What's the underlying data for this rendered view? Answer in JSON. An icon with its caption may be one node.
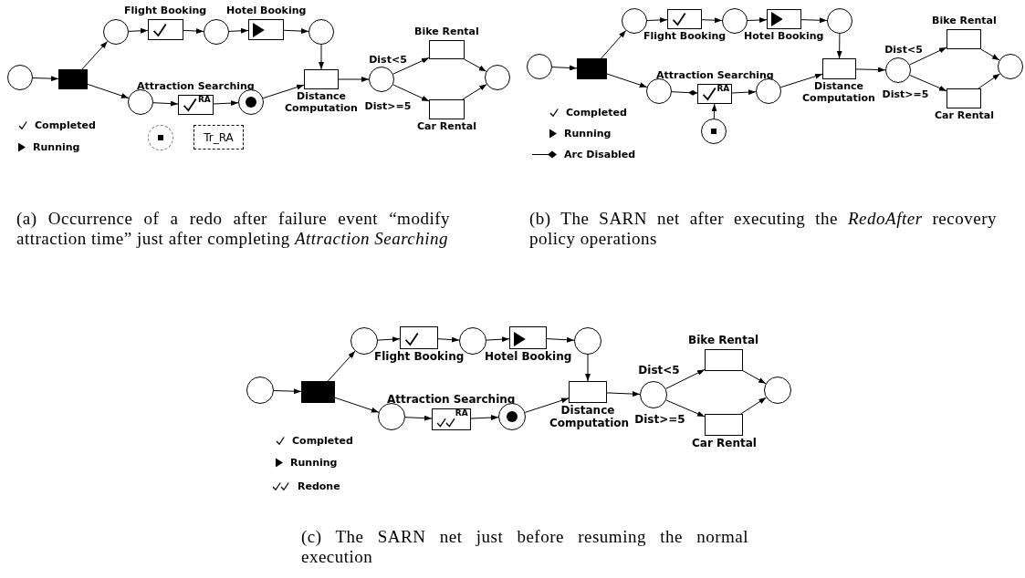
{
  "diagram": {
    "nodes": [
      {
        "text": [],
        "shape": "circle"
      },
      {
        "text": [],
        "shape": "bar"
      },
      {
        "text": [],
        "shape": "circle"
      },
      {
        "text": [
          "Flight Booking"
        ]
      },
      {
        "text": [],
        "shape": "circle"
      },
      {
        "text": [
          "Hotel Booking"
        ]
      },
      {
        "text": [],
        "shape": "circle"
      },
      {
        "text": [],
        "shape": "circle"
      },
      {
        "text": [
          "Attraction Searching",
          "RA"
        ]
      },
      {
        "text": [],
        "shape": "circle"
      },
      {
        "text": [
          "Distance Computation"
        ]
      },
      {
        "text": [],
        "shape": "circle"
      },
      {
        "text": [
          "Bike Rental"
        ]
      },
      {
        "text": [
          "Car Rental"
        ]
      },
      {
        "text": [],
        "shape": "circle"
      },
      {
        "text": [],
        "shape": "circle"
      },
      {
        "text": [
          "Tr_RA"
        ]
      },
      {
        "text": [],
        "shape": "circle"
      },
      {
        "text": [],
        "shape": "bar"
      },
      {
        "text": [],
        "shape": "circle"
      },
      {
        "text": [
          "Flight Booking"
        ]
      },
      {
        "text": [],
        "shape": "circle"
      },
      {
        "text": [
          "Hotel Booking"
        ]
      },
      {
        "text": [],
        "shape": "circle"
      },
      {
        "text": [],
        "shape": "circle"
      },
      {
        "text": [
          "Attraction Searching",
          "RA"
        ]
      },
      {
        "text": [],
        "shape": "circle"
      },
      {
        "text": [],
        "shape": "circle"
      },
      {
        "text": [
          "Distance Computation"
        ]
      },
      {
        "text": [],
        "shape": "circle"
      },
      {
        "text": [
          "Bike Rental"
        ]
      },
      {
        "text": [
          "Car Rental"
        ]
      },
      {
        "text": [],
        "shape": "circle"
      },
      {
        "text": [],
        "shape": "circle"
      },
      {
        "text": [],
        "shape": "bar"
      },
      {
        "text": [],
        "shape": "circle"
      },
      {
        "text": [
          "Flight Booking"
        ]
      },
      {
        "text": [],
        "shape": "circle"
      },
      {
        "text": [
          "Hotel Booking"
        ]
      },
      {
        "text": [],
        "shape": "circle"
      },
      {
        "text": [],
        "shape": "circle"
      },
      {
        "text": [
          "Attraction Searching",
          "RA"
        ]
      },
      {
        "text": [],
        "shape": "circle"
      },
      {
        "text": [
          "Distance Computation"
        ]
      },
      {
        "text": [],
        "shape": "circle"
      },
      {
        "text": [
          "Bike Rental"
        ]
      },
      {
        "text": [
          "Car Rental"
        ]
      },
      {
        "text": [],
        "shape": "circle"
      }
    ],
    "edges": [
      {
        "from": 0,
        "to": 1,
        "arrow": "to"
      },
      {
        "from": 1,
        "to": 2,
        "arrow": "to"
      },
      {
        "from": 1,
        "to": 7,
        "arrow": "to"
      },
      {
        "from": 2,
        "to": 3,
        "arrow": "to"
      },
      {
        "from": 3,
        "to": 4,
        "arrow": "to"
      },
      {
        "from": 4,
        "to": 5,
        "arrow": "to"
      },
      {
        "from": 5,
        "to": 6,
        "arrow": "to"
      },
      {
        "from": 6,
        "to": 10,
        "arrow": "to"
      },
      {
        "from": 7,
        "to": 8,
        "arrow": "to"
      },
      {
        "from": 8,
        "to": 9,
        "arrow": "to"
      },
      {
        "from": 9,
        "to": 10,
        "arrow": "to"
      },
      {
        "from": 10,
        "to": 11,
        "arrow": "to"
      },
      {
        "from": 11,
        "to": 12,
        "arrow": "to",
        "label": "Dist<5"
      },
      {
        "from": 11,
        "to": 13,
        "arrow": "to",
        "label": "Dist>=5"
      },
      {
        "from": 12,
        "to": 14,
        "arrow": "to"
      },
      {
        "from": 13,
        "to": 14,
        "arrow": "to"
      },
      {
        "from": 17,
        "to": 18,
        "arrow": "to"
      },
      {
        "from": 18,
        "to": 19,
        "arrow": "to"
      },
      {
        "from": 18,
        "to": 24,
        "arrow": "to"
      },
      {
        "from": 19,
        "to": 20,
        "arrow": "to"
      },
      {
        "from": 20,
        "to": 21,
        "arrow": "to"
      },
      {
        "from": 21,
        "to": 22,
        "arrow": "to"
      },
      {
        "from": 22,
        "to": 23,
        "arrow": "to"
      },
      {
        "from": 23,
        "to": 28,
        "arrow": "to"
      },
      {
        "from": 24,
        "to": 25,
        "arrow": "other"
      },
      {
        "from": 27,
        "to": 25,
        "arrow": "to"
      },
      {
        "from": 25,
        "to": 26,
        "arrow": "to"
      },
      {
        "from": 26,
        "to": 28,
        "arrow": "to"
      },
      {
        "from": 28,
        "to": 29,
        "arrow": "to"
      },
      {
        "from": 29,
        "to": 30,
        "arrow": "to",
        "label": "Dist<5"
      },
      {
        "from": 29,
        "to": 31,
        "arrow": "to",
        "label": "Dist>=5"
      },
      {
        "from": 30,
        "to": 32,
        "arrow": "to"
      },
      {
        "from": 31,
        "to": 32,
        "arrow": "to"
      },
      {
        "from": 33,
        "to": 34,
        "arrow": "to"
      },
      {
        "from": 34,
        "to": 35,
        "arrow": "to"
      },
      {
        "from": 34,
        "to": 40,
        "arrow": "to"
      },
      {
        "from": 35,
        "to": 36,
        "arrow": "to"
      },
      {
        "from": 36,
        "to": 37,
        "arrow": "to"
      },
      {
        "from": 37,
        "to": 38,
        "arrow": "to"
      },
      {
        "from": 38,
        "to": 39,
        "arrow": "to"
      },
      {
        "from": 39,
        "to": 43,
        "arrow": "to"
      },
      {
        "from": 40,
        "to": 41,
        "arrow": "to"
      },
      {
        "from": 41,
        "to": 42,
        "arrow": "to"
      },
      {
        "from": 42,
        "to": 43,
        "arrow": "to"
      },
      {
        "from": 43,
        "to": 44,
        "arrow": "to"
      },
      {
        "from": 44,
        "to": 45,
        "arrow": "to",
        "label": "Dist<5"
      },
      {
        "from": 44,
        "to": 46,
        "arrow": "to",
        "label": "Dist>=5"
      },
      {
        "from": 45,
        "to": 47,
        "arrow": "to"
      },
      {
        "from": 46,
        "to": 47,
        "arrow": "to"
      }
    ],
    "labels": [
      "(a) Occurrence of a redo after failure event “modify attraction time” just after completing *Attraction Searching*",
      "(b) The SARN net after executing the *RedoAfter* recovery policy operations",
      "(c) The SARN net just before resuming the normal execution"
    ],
    "legend": [
      {
        "text": "Completed"
      },
      {
        "text": "Running"
      },
      {
        "text": "Completed"
      },
      {
        "text": "Running"
      },
      {
        "text": "Arc Disabled"
      },
      {
        "text": "Completed"
      },
      {
        "text": "Running"
      },
      {
        "text": "Redone"
      }
    ]
  }
}
